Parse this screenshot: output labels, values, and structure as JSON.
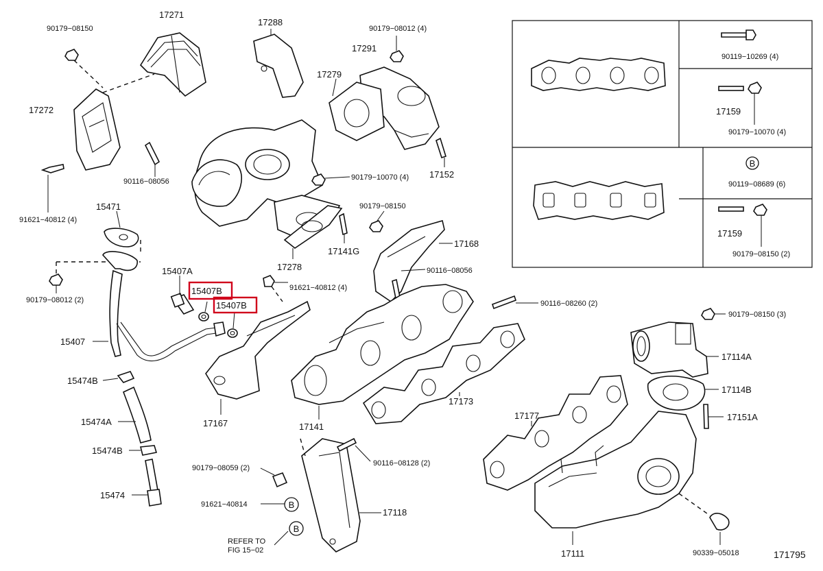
{
  "diagram": {
    "figure_number": "171795",
    "highlight_color": "#d0021b",
    "highlighted": [
      "15407B",
      "15407B"
    ],
    "parts": {
      "p17271": "17271",
      "p90179_08150_a": "90179−08150",
      "p17272": "17272",
      "p90116_08056_a": "90116−08056",
      "p91621_40812_a": "91621−40812 (4)",
      "p17288": "17288",
      "p90179_08012_a": "90179−08012 (4)",
      "p17291": "17291",
      "p17279": "17279",
      "p17152": "17152",
      "p90179_10070_a": "90179−10070 (4)",
      "p15471": "15471",
      "p90179_08150_b": "90179−08150",
      "p17278": "17278",
      "p17141G": "17141G",
      "p17168": "17168",
      "p90116_08056_b": "90116−08056",
      "p90179_08012_b": "90179−08012 (2)",
      "p15407A": "15407A",
      "p15407B_1": "15407B",
      "p15407B_2": "15407B",
      "p91621_40812_b": "91621−40812 (4)",
      "p15407": "15407",
      "p90116_08260": "90116−08260 (2)",
      "p15474B_a": "15474B",
      "p15474A": "15474A",
      "p15474B_b": "15474B",
      "p15474": "15474",
      "p17167": "17167",
      "p17141": "17141",
      "p17173": "17173",
      "p90179_08150_c": "90179−08150 (3)",
      "p17114A": "17114A",
      "p17114B": "17114B",
      "p17151A": "17151A",
      "p17177": "17177",
      "p90179_08059": "90179−08059 (2)",
      "p90116_08128": "90116−08128 (2)",
      "p91621_40814": "91621−40814",
      "p17118": "17118",
      "refer_line1": "REFER TO",
      "refer_line2": "FIG 15−02",
      "p17111": "17111",
      "p90339_05018": "90339−05018"
    },
    "callouts": {
      "b_main_1": "B",
      "b_main_2": "B",
      "b_inset": "B"
    },
    "inset": {
      "p90119_10269": "90119−10269 (4)",
      "p17159_a": "17159",
      "p90179_10070_b": "90179−10070 (4)",
      "p90119_08689": "90119−08689 (6)",
      "p17159_b": "17159",
      "p90179_08150_d": "90179−08150 (2)"
    }
  }
}
